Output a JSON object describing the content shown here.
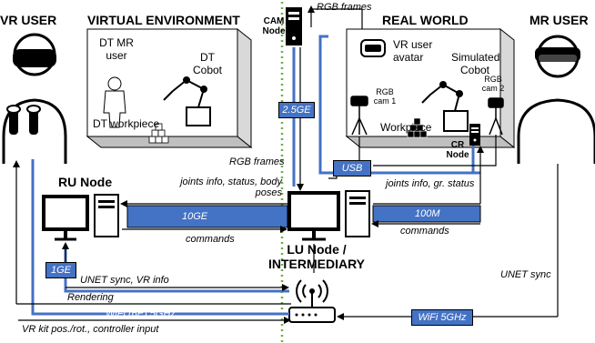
{
  "titles": {
    "vr_user": "VR USER",
    "virtual_env": "VIRTUAL ENVIRONMENT",
    "real_world": "REAL WORLD",
    "mr_user": "MR USER"
  },
  "virtual_env": {
    "dt_mr_user": "DT MR user",
    "dt_cobot": "DT Cobot",
    "dt_workpiece": "DT workpiece"
  },
  "real_world": {
    "vr_user_avatar": "VR user avatar",
    "simulated_cobot": "Simulated Cobot",
    "rgb_cam_1": "RGB cam 1",
    "rgb_cam_2": "RGB cam 2",
    "workpiece": "Workpiece",
    "cr_node": "CR Node"
  },
  "nodes": {
    "cam_node": "CAM Node",
    "ru_node": "RU Node",
    "lu_node": "LU Node / INTERMEDIARY"
  },
  "links": {
    "rgb_frames_top": "RGB frames",
    "rgb_frames_mid": "RGB frames",
    "link_2_5ge": "2.5GE",
    "usb": "USB",
    "joints_left": "joints info, status, body poses",
    "link_10ge": "10GE",
    "commands_left": "commands",
    "joints_right": "joints info, gr. status",
    "link_100m": "100M",
    "commands_right": "commands",
    "link_1ge": "1GE",
    "unet_sync_vr": "UNET sync, VR info",
    "rendering": "Rendering",
    "wifi_6e": "WiFi (6E) 5GHz",
    "vr_kit": "VR kit pos./rot., controller input",
    "unet_sync_mr": "UNET sync",
    "wifi_5ghz": "WiFi 5GHz"
  },
  "colors": {
    "link_blue": "#4472c4",
    "divider_green": "#70ad47",
    "box_gray": "#d9d9d9"
  }
}
